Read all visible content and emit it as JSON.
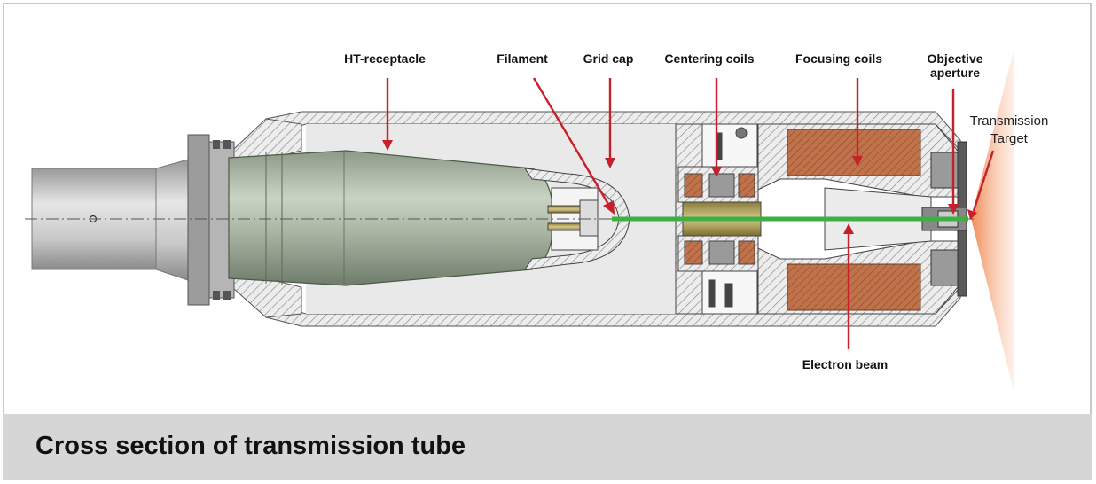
{
  "caption": "Cross section of transmission tube",
  "labels": {
    "ht_receptacle": "HT-receptacle",
    "filament": "Filament",
    "grid_cap": "Grid cap",
    "centering_coils": "Centering coils",
    "focusing_coils": "Focusing coils",
    "objective_aperture_line1": "Objective",
    "objective_aperture_line2": "aperture",
    "transmission_target_line1": "Transmission",
    "transmission_target_line2": "Target",
    "electron_beam": "Electron beam"
  },
  "colors": {
    "arrow": "#c8202a",
    "beam": "#3cb043",
    "coil": "#b8663f",
    "insulator": "#a4b09e",
    "housing_hatch": "#8e8e8e",
    "cone": "#f4a57a",
    "caption_bar": "#d6d6d6"
  }
}
